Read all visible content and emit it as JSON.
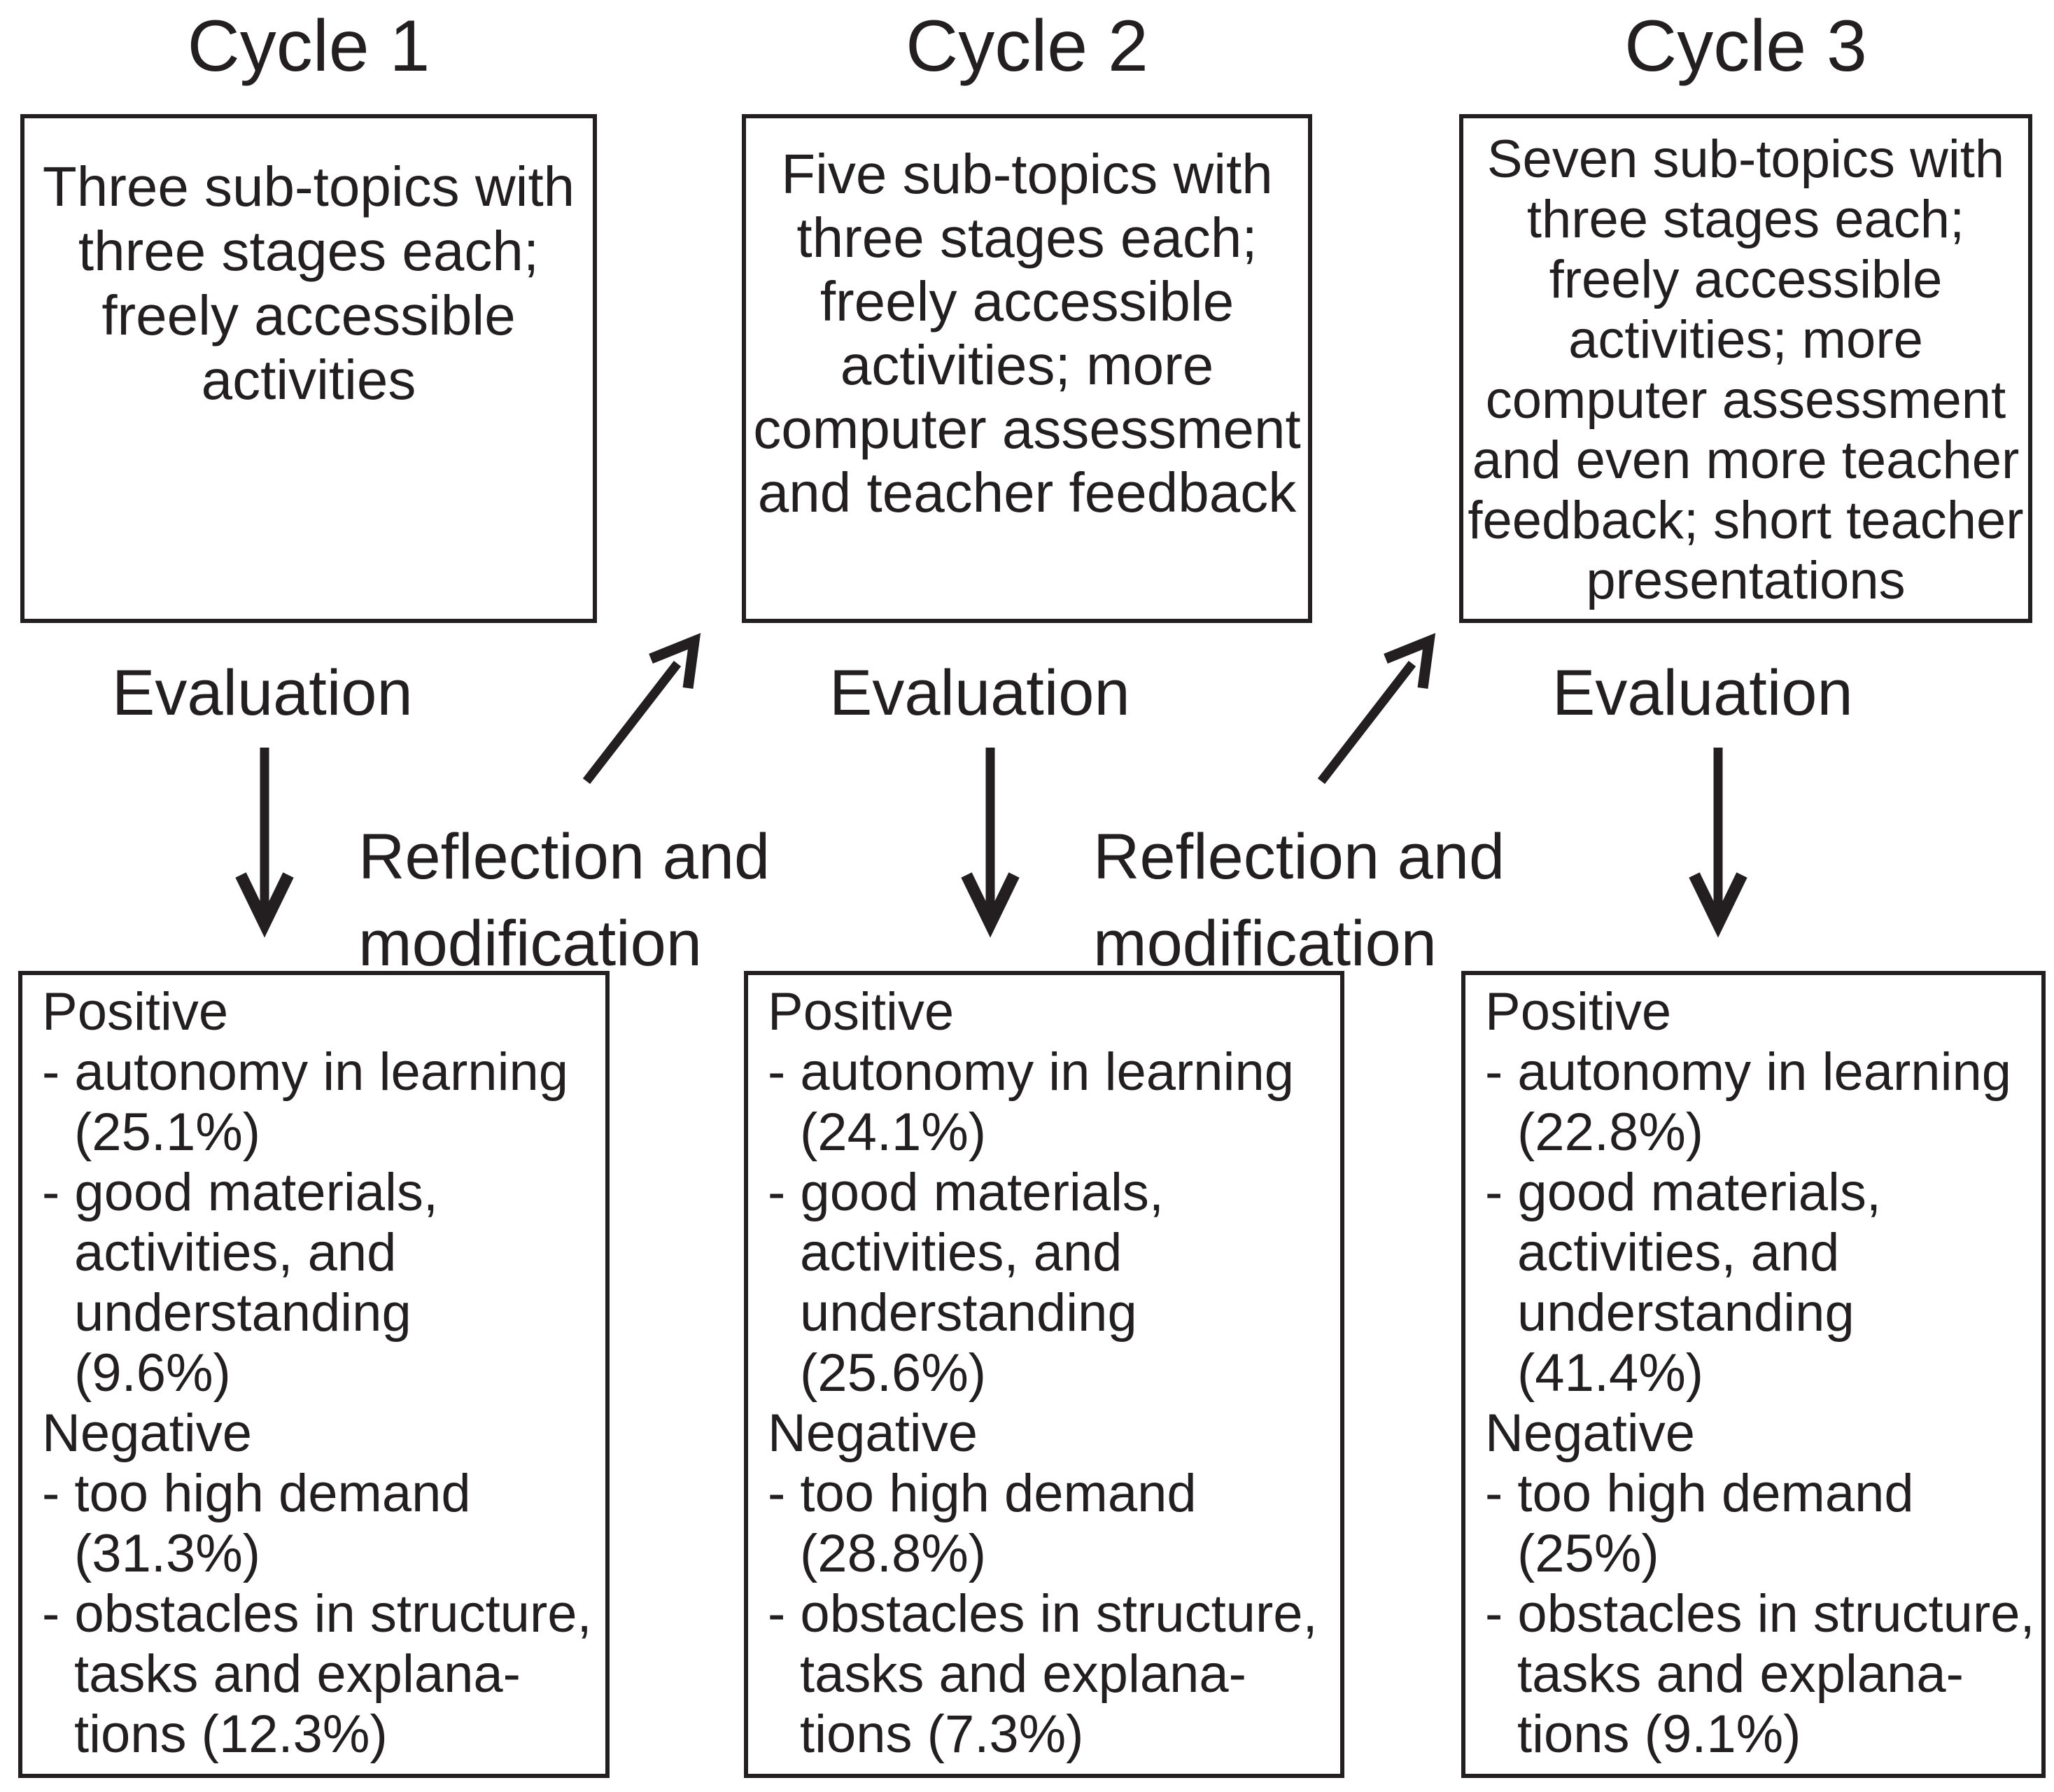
{
  "columns": [
    {
      "title": "Cycle 1",
      "top_box_lines": [
        "Three sub-topics with",
        "three stages each;",
        "freely accessible",
        "activities"
      ],
      "evaluation_label": "Evaluation",
      "result_lines": [
        "Positive",
        "- autonomy in learning",
        "(25.1%)",
        "- good materials,",
        "activities, and",
        "understanding",
        "(9.6%)",
        "Negative",
        "- too high demand",
        "(31.3%)",
        "- obstacles in structure,",
        "tasks and explana-",
        "tions (12.3%)"
      ]
    },
    {
      "title": "Cycle 2",
      "top_box_lines": [
        "Five sub-topics with",
        "three stages each;",
        "freely accessible",
        "activities; more",
        "computer assessment",
        "and teacher feedback"
      ],
      "evaluation_label": "Evaluation",
      "result_lines": [
        "Positive",
        "- autonomy in learning",
        "(24.1%)",
        "- good materials,",
        "activities, and",
        "understanding",
        "(25.6%)",
        "Negative",
        "- too high demand",
        "(28.8%)",
        "- obstacles in structure,",
        "tasks and explana-",
        "tions (7.3%)"
      ]
    },
    {
      "title": "Cycle 3",
      "top_box_lines": [
        "Seven sub-topics with",
        "three stages each;",
        "freely accessible",
        "activities; more",
        "computer assessment",
        "and even more teacher",
        "feedback; short teacher",
        "presentations"
      ],
      "evaluation_label": "Evaluation",
      "result_lines": [
        "Positive",
        "- autonomy in learning",
        "(22.8%)",
        "- good materials,",
        "activities, and",
        "understanding",
        "(41.4%)",
        "Negative",
        "- too high demand",
        "(25%)",
        "- obstacles in structure,",
        "tasks and explana-",
        "tions (9.1%)"
      ]
    }
  ],
  "transitions": [
    {
      "line1": "Reflection and",
      "line2": "modification"
    },
    {
      "line1": "Reflection and",
      "line2": "modification"
    }
  ],
  "colors": {
    "ink": "#231f20",
    "background": "#ffffff"
  }
}
